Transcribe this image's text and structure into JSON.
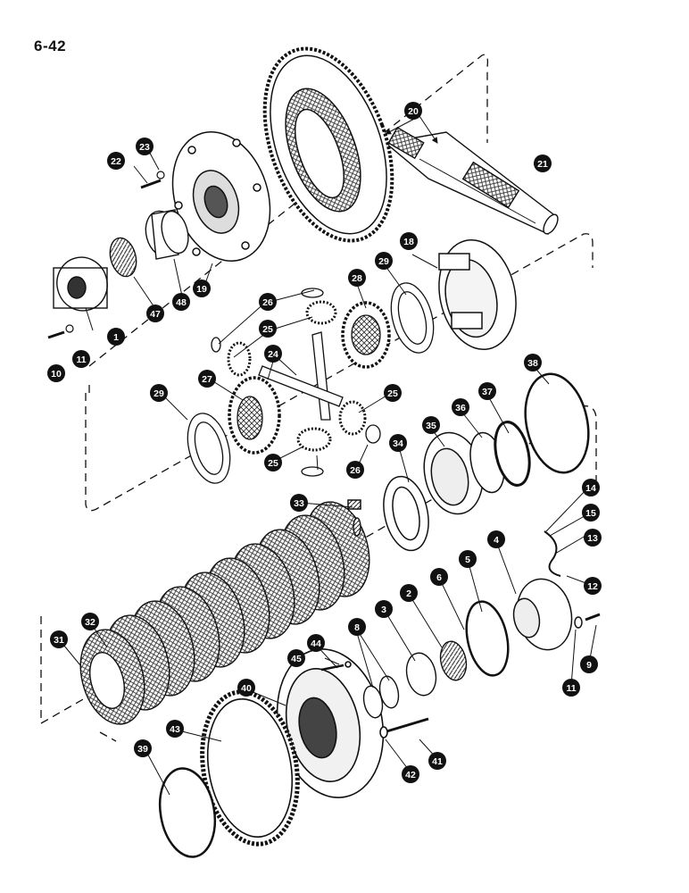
{
  "page_number": "6-42",
  "colors": {
    "ink": "#111111",
    "paper": "#ffffff",
    "shade": "#555555"
  },
  "callouts": {
    "c1": "1",
    "c2": "2",
    "c3": "3",
    "c4": "4",
    "c5": "5",
    "c6": "6",
    "c8": "8",
    "c9": "9",
    "c10": "10",
    "c11a": "11",
    "c11b": "11",
    "c12": "12",
    "c13": "13",
    "c14": "14",
    "c15": "15",
    "c18": "18",
    "c19": "19",
    "c20": "20",
    "c21": "21",
    "c22": "22",
    "c23": "23",
    "c24": "24",
    "c25a": "25",
    "c25b": "25",
    "c25c": "25",
    "c26a": "26",
    "c26b": "26",
    "c27": "27",
    "c28": "28",
    "c29a": "29",
    "c29b": "29",
    "c31": "31",
    "c32": "32",
    "c33": "33",
    "c34": "34",
    "c35": "35",
    "c36": "36",
    "c37": "37",
    "c38": "38",
    "c39": "39",
    "c40": "40",
    "c41": "41",
    "c42": "42",
    "c43": "43",
    "c44": "44",
    "c45": "45",
    "c47": "47",
    "c48": "48"
  }
}
